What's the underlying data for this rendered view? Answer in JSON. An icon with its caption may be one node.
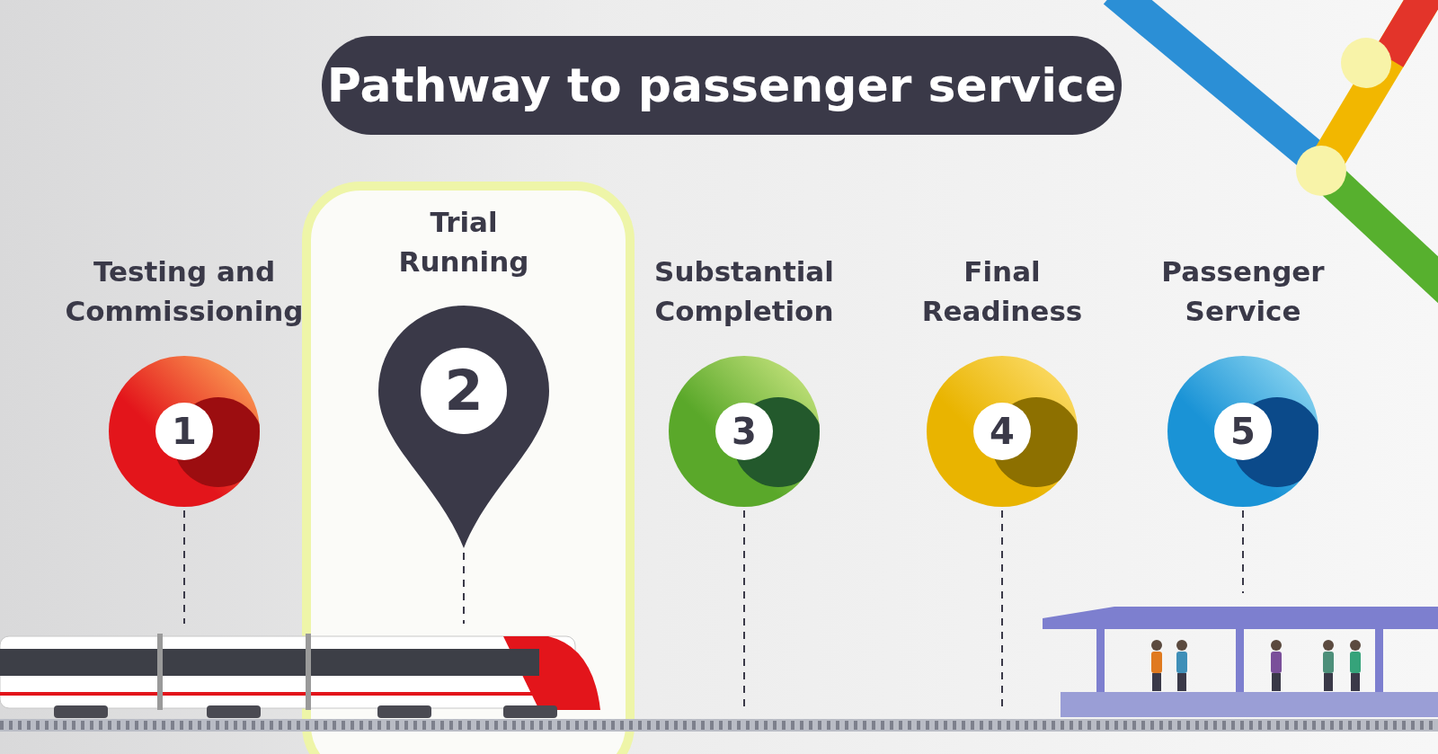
{
  "diagram": {
    "title": "Pathway to passenger service",
    "nodes": [
      {
        "text": [
          "Testing and Commissioning",
          "1"
        ]
      },
      {
        "text": [
          "Trial Running",
          "2"
        ]
      },
      {
        "text": [
          "Substantial Completion",
          "3"
        ]
      },
      {
        "text": [
          "Final Readiness",
          "4"
        ]
      },
      {
        "text": [
          "Passenger Service",
          "5"
        ]
      }
    ]
  }
}
